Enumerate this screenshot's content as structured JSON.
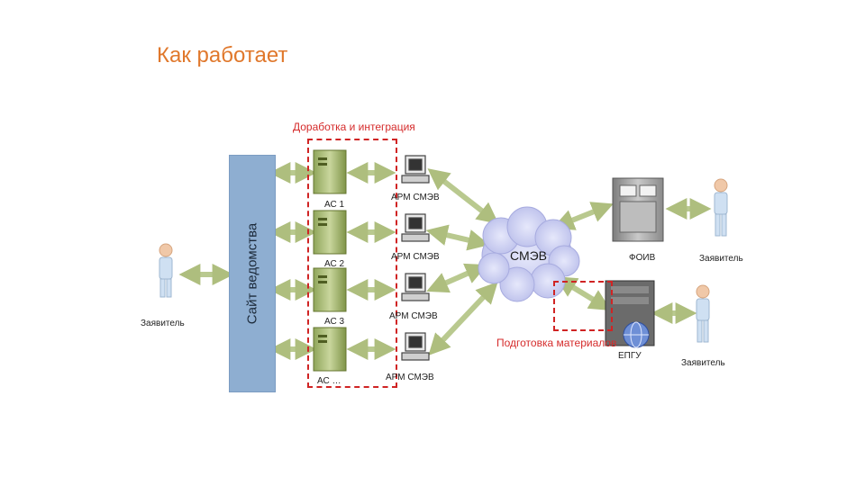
{
  "title": "Как работает",
  "integration_label": "Доработка и интеграция",
  "preparation_label": "Подготовка материалов",
  "site_label": "Сайт ведомства",
  "smev_label": "СМЭВ",
  "foiv_label": "ФОИВ",
  "epgu_label": "ЕПГУ",
  "applicant_left": "Заявитель",
  "applicant_right_top": "Заявитель",
  "applicant_right_bottom": "Заявитель",
  "systems": [
    {
      "as_label": "АС 1",
      "arm_label": "АРМ СМЭВ"
    },
    {
      "as_label": "АС 2",
      "arm_label": "АРМ СМЭВ"
    },
    {
      "as_label": "АС 3",
      "arm_label": "АРМ СМЭВ"
    },
    {
      "as_label": "АС …",
      "arm_label": "АРМ СМЭВ"
    }
  ],
  "colors": {
    "title": "#e0782c",
    "arrow": "#b9c98f",
    "dash": "#d02424",
    "site_bar": "#8eaed1",
    "cloud": "#c9cdf0"
  }
}
